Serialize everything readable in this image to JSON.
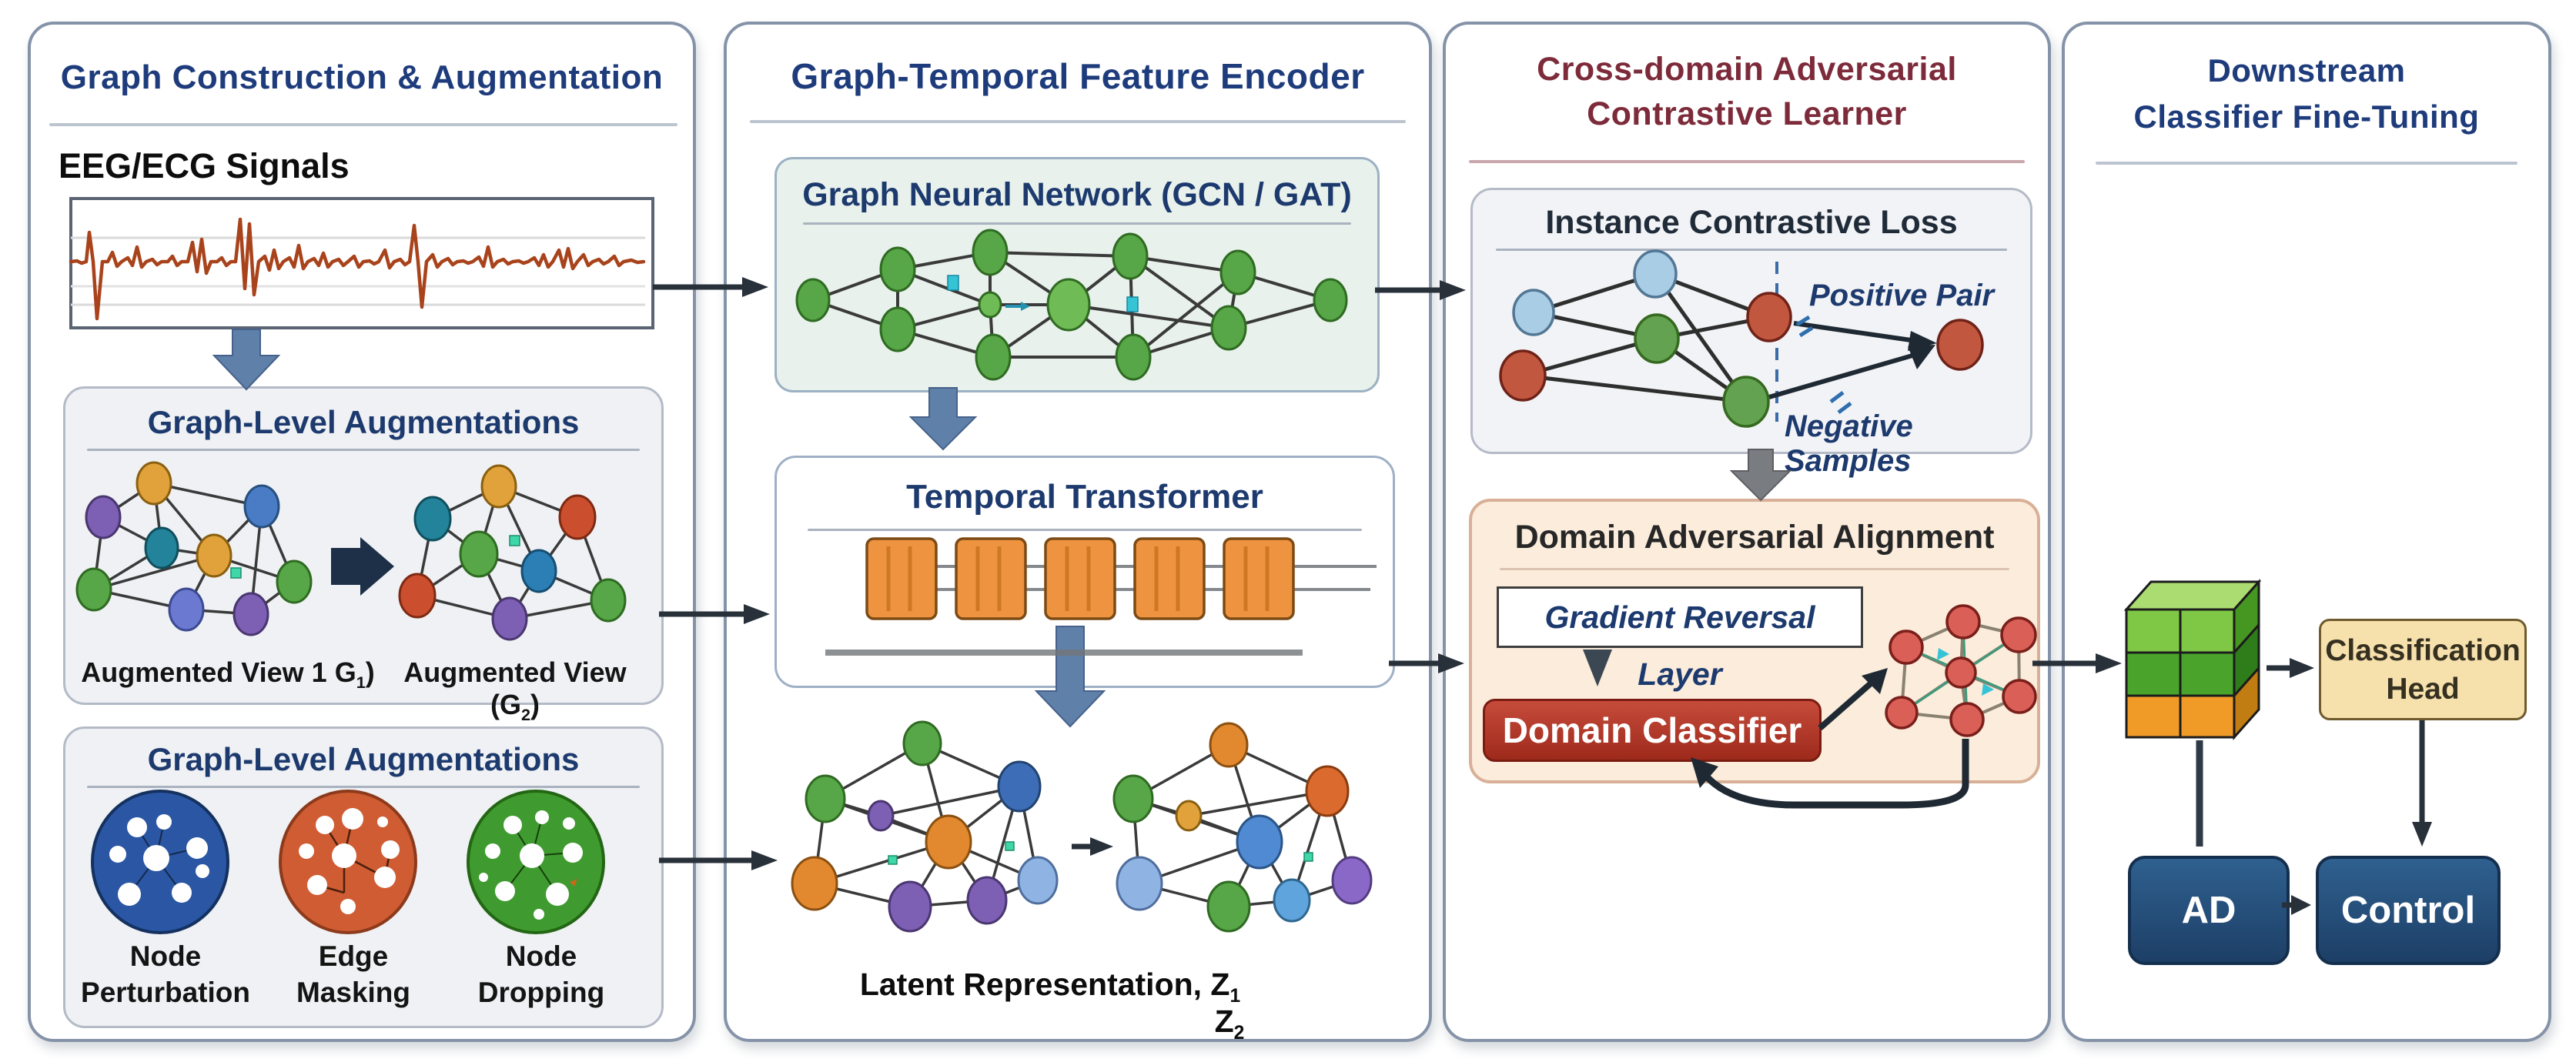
{
  "colors": {
    "panel_border": "#8593a8",
    "title_navy": "#1e3c7c",
    "title_maroon": "#7d2b3a",
    "subtitle_navy": "#1d3a6e",
    "steel_arrow": "#5f80a8",
    "gnn_box_bg": "#e8f1ec",
    "daa_box_bg": "#fbecdb",
    "domain_classifier_red": "#b33427",
    "eeg_signal_red": "#a8431c",
    "node_green": "#57a647",
    "node_orange": "#e2a23b",
    "transformer_orange": "#ee9440",
    "ad_control_blue": "#27527f",
    "classification_head_tan": "#f6e1ad"
  },
  "panel1": {
    "title": "Graph Construction & Augmentation",
    "signals_label": "EEG/ECG Signals",
    "views_box": {
      "title": "Graph-Level Augmentations",
      "view1_pre": "Augmented View 1 G",
      "view1_sub": "1",
      "view1_post": ")",
      "view2_pre": "Augmented View (G",
      "view2_sub": "2",
      "view2_post": ")"
    },
    "ops_box": {
      "title": "Graph-Level Augmentations",
      "ops": [
        {
          "line1": "Node",
          "line2": "Perturbation"
        },
        {
          "line1": "Edge",
          "line2": "Masking"
        },
        {
          "line1": "Node",
          "line2": "Dropping"
        }
      ]
    }
  },
  "panel2": {
    "title": "Graph-Temporal Feature Encoder",
    "gnn_title": "Graph Neural Network (GCN / GAT)",
    "transformer_title": "Temporal Transformer",
    "latent_pre": "Latent Representation, Z",
    "latent_sub1": "1",
    "latent_z2": "Z",
    "latent_sub2": "2"
  },
  "panel3": {
    "title_line1": "Cross-domain Adversarial",
    "title_line2": "Contrastive Learner",
    "icl_title": "Instance Contrastive Loss",
    "positive_pair": "Positive Pair",
    "negative_samples": "Negative Samples",
    "daa_title": "Domain Adversarial Alignment",
    "grl_label": "Gradient Reversal Layer",
    "domain_classifier": "Domain Classifier"
  },
  "panel4": {
    "title_line1": "Downstream",
    "title_line2": "Classifier Fine-Tuning",
    "head_line1": "Classification",
    "head_line2": "Head",
    "ad": "AD",
    "control": "Control"
  }
}
